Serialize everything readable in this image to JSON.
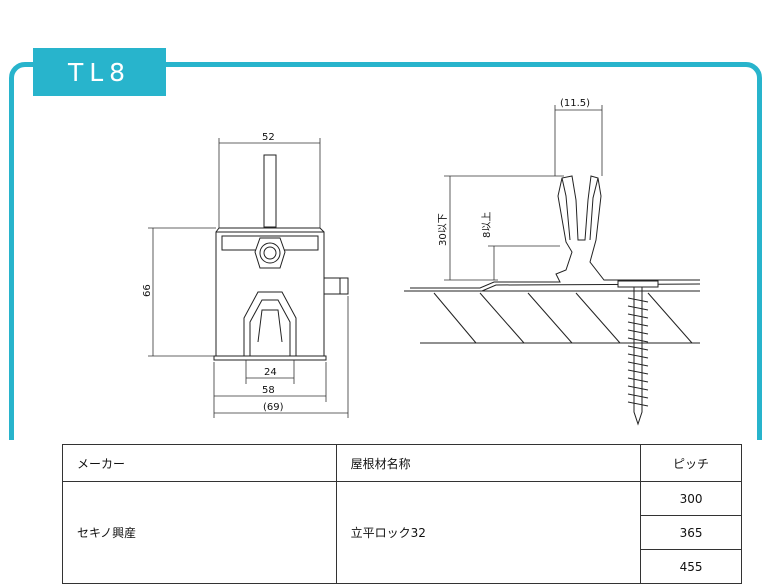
{
  "header": {
    "title": "TL8"
  },
  "colors": {
    "accent": "#28b4cc"
  },
  "drawing": {
    "front_view": {
      "dim_top_width": "52",
      "dim_height": "66",
      "dim_slot_width": "24",
      "dim_base_width": "58",
      "dim_overall_width": "(69)"
    },
    "side_view": {
      "dim_seam_width": "(11.5)",
      "dim_seam_height": "30以下",
      "dim_min_height": "8以上"
    }
  },
  "table": {
    "headers": {
      "maker": "メーカー",
      "roof_name": "屋根材名称",
      "pitch": "ピッチ"
    },
    "rows": [
      {
        "maker": "セキノ興産",
        "roof_name": "立平ロック32",
        "pitches": [
          "300",
          "365",
          "455"
        ]
      }
    ]
  }
}
